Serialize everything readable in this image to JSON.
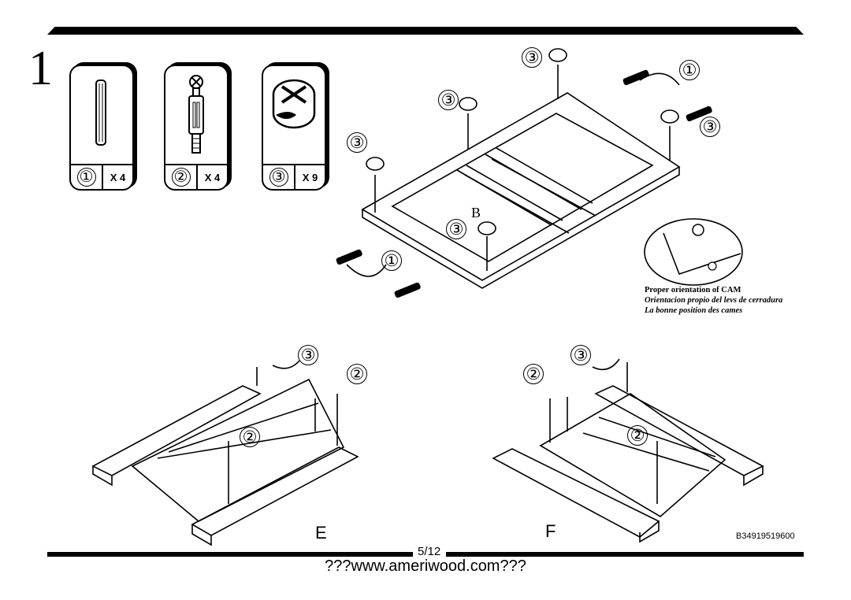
{
  "step": {
    "number": "1"
  },
  "parts": [
    {
      "id": "①",
      "qty": "X 4",
      "icon": "dowel-icon"
    },
    {
      "id": "②",
      "qty": "X 4",
      "icon": "cam-bolt-icon"
    },
    {
      "id": "③",
      "qty": "X 9",
      "icon": "cam-lock-icon"
    }
  ],
  "callouts": {
    "c1": "③",
    "c2": "③",
    "c3": "③",
    "c4": "①",
    "c5": "③",
    "c6": "③",
    "c7": "①",
    "b_label": "B",
    "e1": "③",
    "e2": "②",
    "e3": "②",
    "f1": "③",
    "f2": "②",
    "f3": "②"
  },
  "cam_note": {
    "line1": "Proper orientation of CAM",
    "line2": "Orientacion propio del levs de cerradura",
    "line3": "La bonne position des cames"
  },
  "assemblies": {
    "left": "E",
    "right": "F"
  },
  "code": "B34919519600",
  "footer": {
    "page": "5/12",
    "website": "???www.ameriwood.com???"
  }
}
